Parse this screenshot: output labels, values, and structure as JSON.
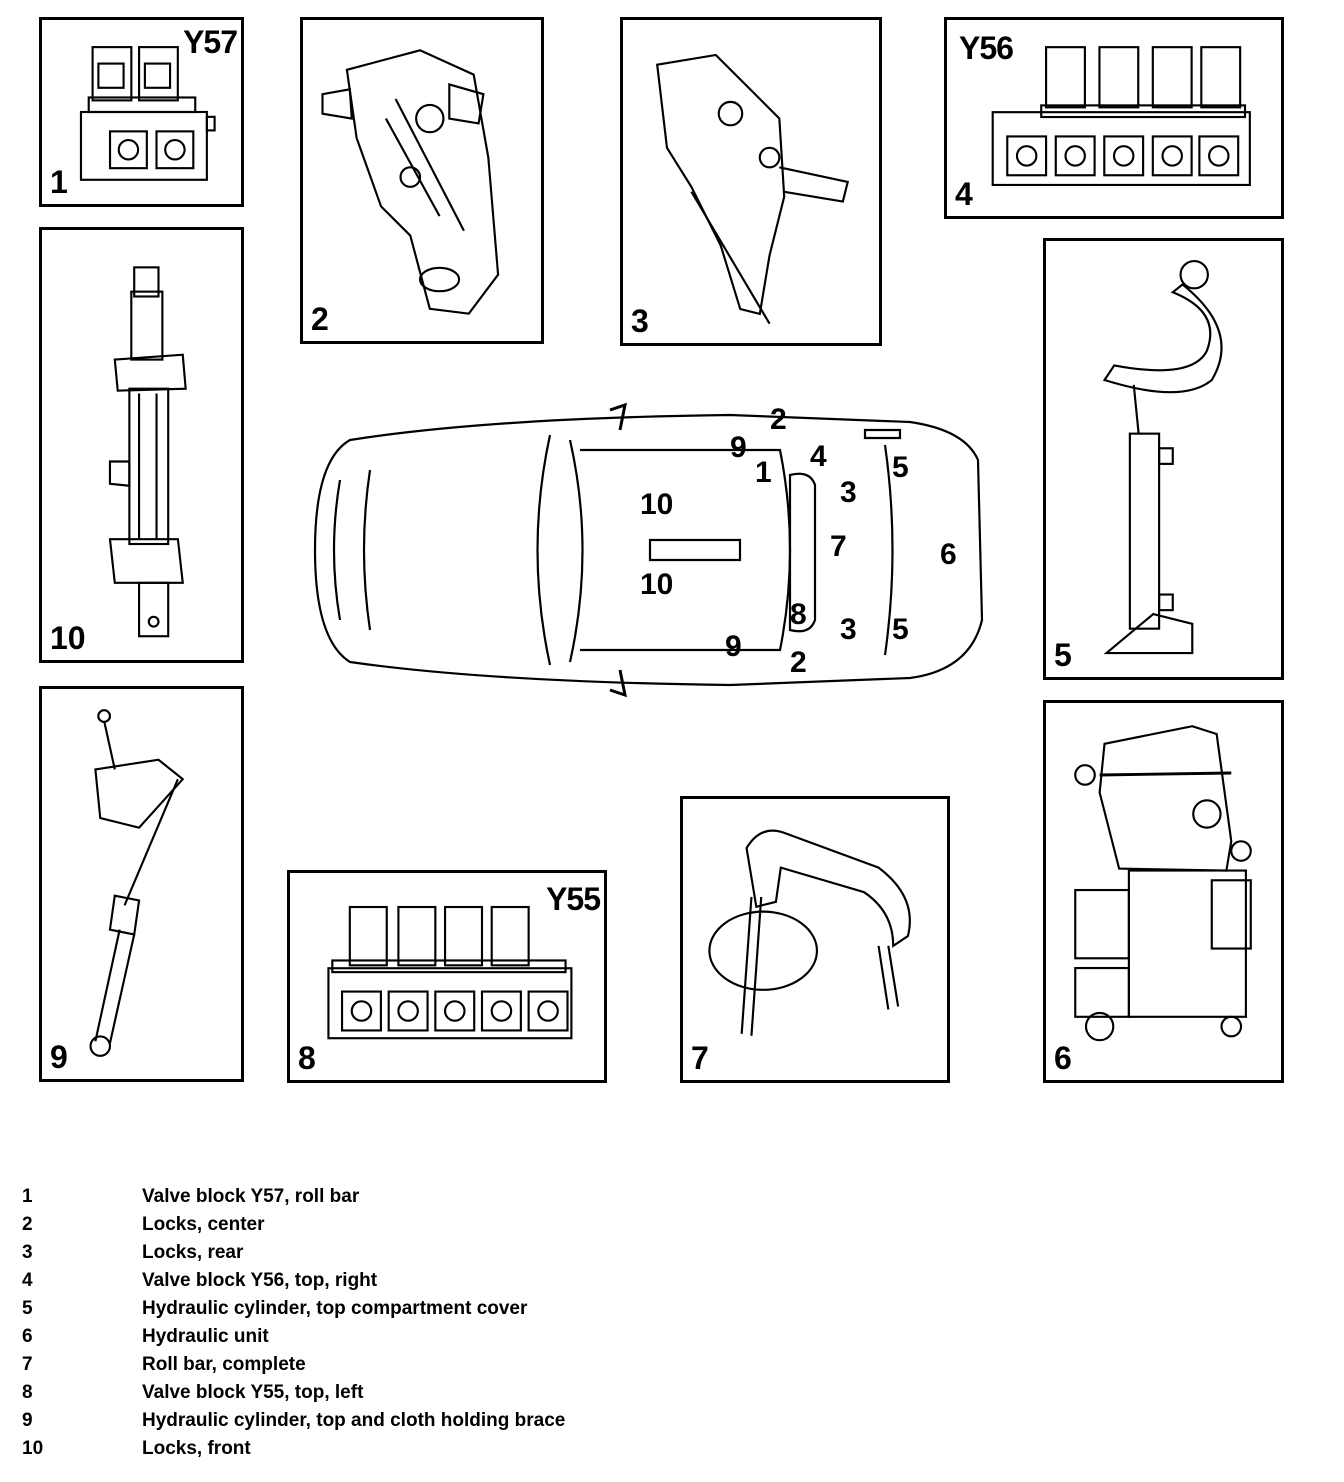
{
  "panels": {
    "p1": {
      "number": "1",
      "tag": "Y57"
    },
    "p2": {
      "number": "2"
    },
    "p3": {
      "number": "3"
    },
    "p4": {
      "number": "4",
      "tag": "Y56"
    },
    "p5": {
      "number": "5"
    },
    "p6": {
      "number": "6"
    },
    "p7": {
      "number": "7"
    },
    "p8": {
      "number": "8",
      "tag": "Y55"
    },
    "p9": {
      "number": "9"
    },
    "p10": {
      "number": "10"
    }
  },
  "car_callouts": {
    "c2_top": "2",
    "c9_top": "9",
    "c1": "1",
    "c4": "4",
    "c5_top": "5",
    "c3_top": "3",
    "c10_a": "10",
    "c7": "7",
    "c6": "6",
    "c10_b": "10",
    "c8": "8",
    "c3_bot": "3",
    "c5_bot": "5",
    "c9_bot": "9",
    "c2_bot": "2"
  },
  "legend": [
    {
      "num": "1",
      "text": "Valve block Y57, roll bar"
    },
    {
      "num": "2",
      "text": "Locks, center"
    },
    {
      "num": "3",
      "text": "Locks, rear"
    },
    {
      "num": "4",
      "text": "Valve block Y56, top, right"
    },
    {
      "num": "5",
      "text": "Hydraulic cylinder, top compartment cover"
    },
    {
      "num": "6",
      "text": "Hydraulic unit"
    },
    {
      "num": "7",
      "text": "Roll bar, complete"
    },
    {
      "num": "8",
      "text": "Valve block Y55, top, left"
    },
    {
      "num": "9",
      "text": "Hydraulic cylinder, top and cloth holding brace"
    },
    {
      "num": "10",
      "text": "Locks, front"
    }
  ]
}
